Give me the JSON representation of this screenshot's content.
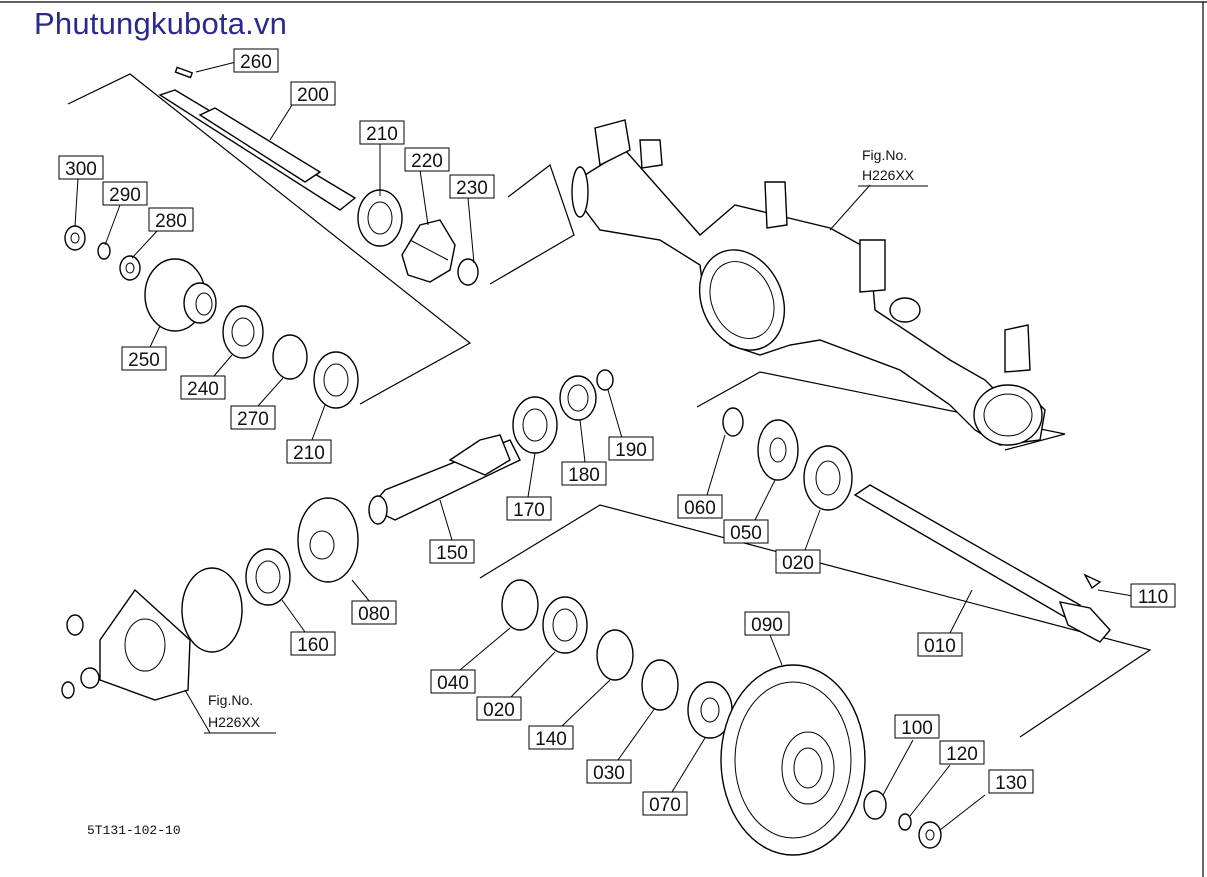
{
  "watermark": "Phutungkubota.vn",
  "drawing_code": "5T131-102-10",
  "fig_refs": [
    {
      "line1": "Fig.No.",
      "line2": "H226XX"
    },
    {
      "line1": "Fig.No.",
      "line2": "H226XX"
    }
  ],
  "callouts": [
    "260",
    "200",
    "210",
    "220",
    "230",
    "300",
    "290",
    "280",
    "250",
    "240",
    "270",
    "210",
    "170",
    "180",
    "190",
    "150",
    "080",
    "160",
    "060",
    "050",
    "020",
    "110",
    "010",
    "090",
    "040",
    "020",
    "140",
    "030",
    "070",
    "100",
    "120",
    "130"
  ]
}
